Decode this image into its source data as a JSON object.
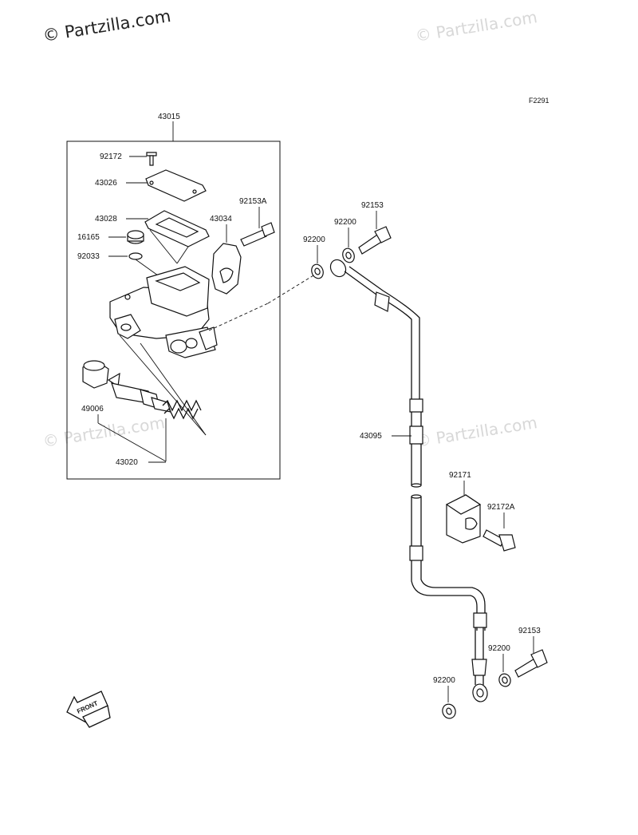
{
  "watermarks": {
    "main": "© Partzilla.com",
    "faded": "© Partzilla.com"
  },
  "figure_code": "F2291",
  "front_arrow_label": "FRONT",
  "callouts": {
    "assembly": "43015",
    "screw": "92172",
    "cap": "43026",
    "diaphragm": "43028",
    "bolt_a": "92153A",
    "holder": "43034",
    "cap_small": "16165",
    "oring": "92033",
    "gasket_top_left": "92200",
    "gasket_top_right": "92200",
    "banjo_top": "92153",
    "piston_kit": "49006",
    "piston_assy": "43020",
    "hose": "43095",
    "clamp": "92171",
    "bolt_clamp": "92172A",
    "banjo_bottom": "92153",
    "gasket_bottom_right": "92200",
    "gasket_bottom_left": "92200"
  },
  "colors": {
    "ink": "#111111",
    "watermark": "#d8d8d8",
    "background": "#ffffff"
  }
}
